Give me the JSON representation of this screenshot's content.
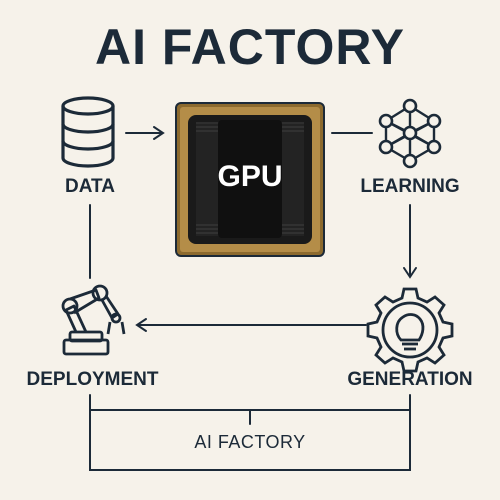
{
  "title": "AI FACTORY",
  "nodes": {
    "data": {
      "label": "DATA",
      "icon": "database-icon"
    },
    "gpu": {
      "label": "GPU",
      "icon": "gpu-chip-icon"
    },
    "learning": {
      "label": "LEARNING",
      "icon": "neural-network-icon"
    },
    "generation": {
      "label": "GENERATION",
      "icon": "gear-lightbulb-icon"
    },
    "deployment": {
      "label": "DEPLOYMENT",
      "icon": "robot-arm-icon"
    }
  },
  "footer": {
    "label": "AI FACTORY"
  },
  "colors": {
    "background": "#f6f2ea",
    "ink": "#1c2a38",
    "chip_gold": "#a8823e",
    "chip_dark": "#141414"
  }
}
